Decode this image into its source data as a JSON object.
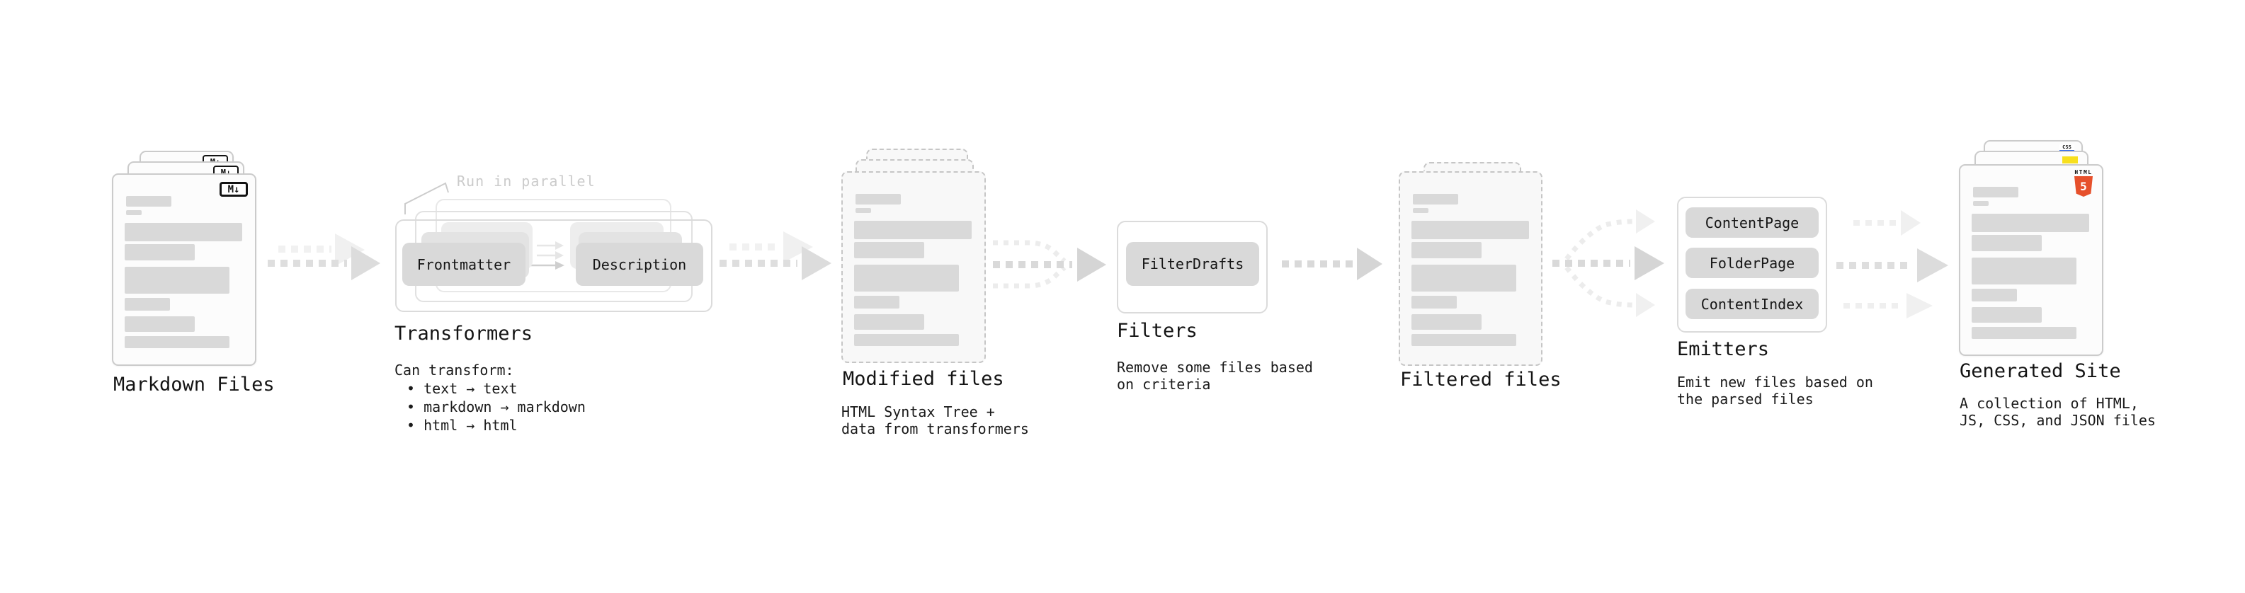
{
  "colors": {
    "background": "#ffffff",
    "placeholder_bar": "#d9d9d9",
    "pill_fill": "#d9d9d9",
    "solid_card_border": "#cbcbcb",
    "dashed_card_border": "#c6c6c6",
    "outline_box_border": "#dbdbdb",
    "heading_text": "#141414",
    "muted_annotation": "#cbcbcb",
    "arrow_gray": "#dedede",
    "html5_orange": "#e6502b",
    "js_yellow": "#f7df1e",
    "css_blue": "#2965f1"
  },
  "markdown": {
    "label": "Markdown Files",
    "icon": "M↓"
  },
  "transformers": {
    "annotation": "Run in parallel",
    "pill_left": "Frontmatter",
    "pill_right": "Description",
    "heading": "Transformers",
    "intro": "Can transform:",
    "bullets": [
      "• text → text",
      "• markdown → markdown",
      "• html → html"
    ]
  },
  "modified": {
    "heading": "Modified files",
    "desc": [
      "HTML Syntax Tree +",
      "data from transformers"
    ]
  },
  "filters": {
    "pill": "FilterDrafts",
    "heading": "Filters",
    "desc": [
      "Remove some files based",
      "on criteria"
    ]
  },
  "filtered": {
    "heading": "Filtered files"
  },
  "emitters": {
    "pills": [
      "ContentPage",
      "FolderPage",
      "ContentIndex"
    ],
    "heading": "Emitters",
    "desc": [
      "Emit new files based on",
      "the parsed files"
    ]
  },
  "generated": {
    "heading": "Generated Site",
    "desc": [
      "A collection of HTML,",
      "JS, CSS, and JSON files"
    ],
    "html5_icon": {
      "top": "HTML",
      "number": "5"
    },
    "css_icon": "CSS"
  }
}
